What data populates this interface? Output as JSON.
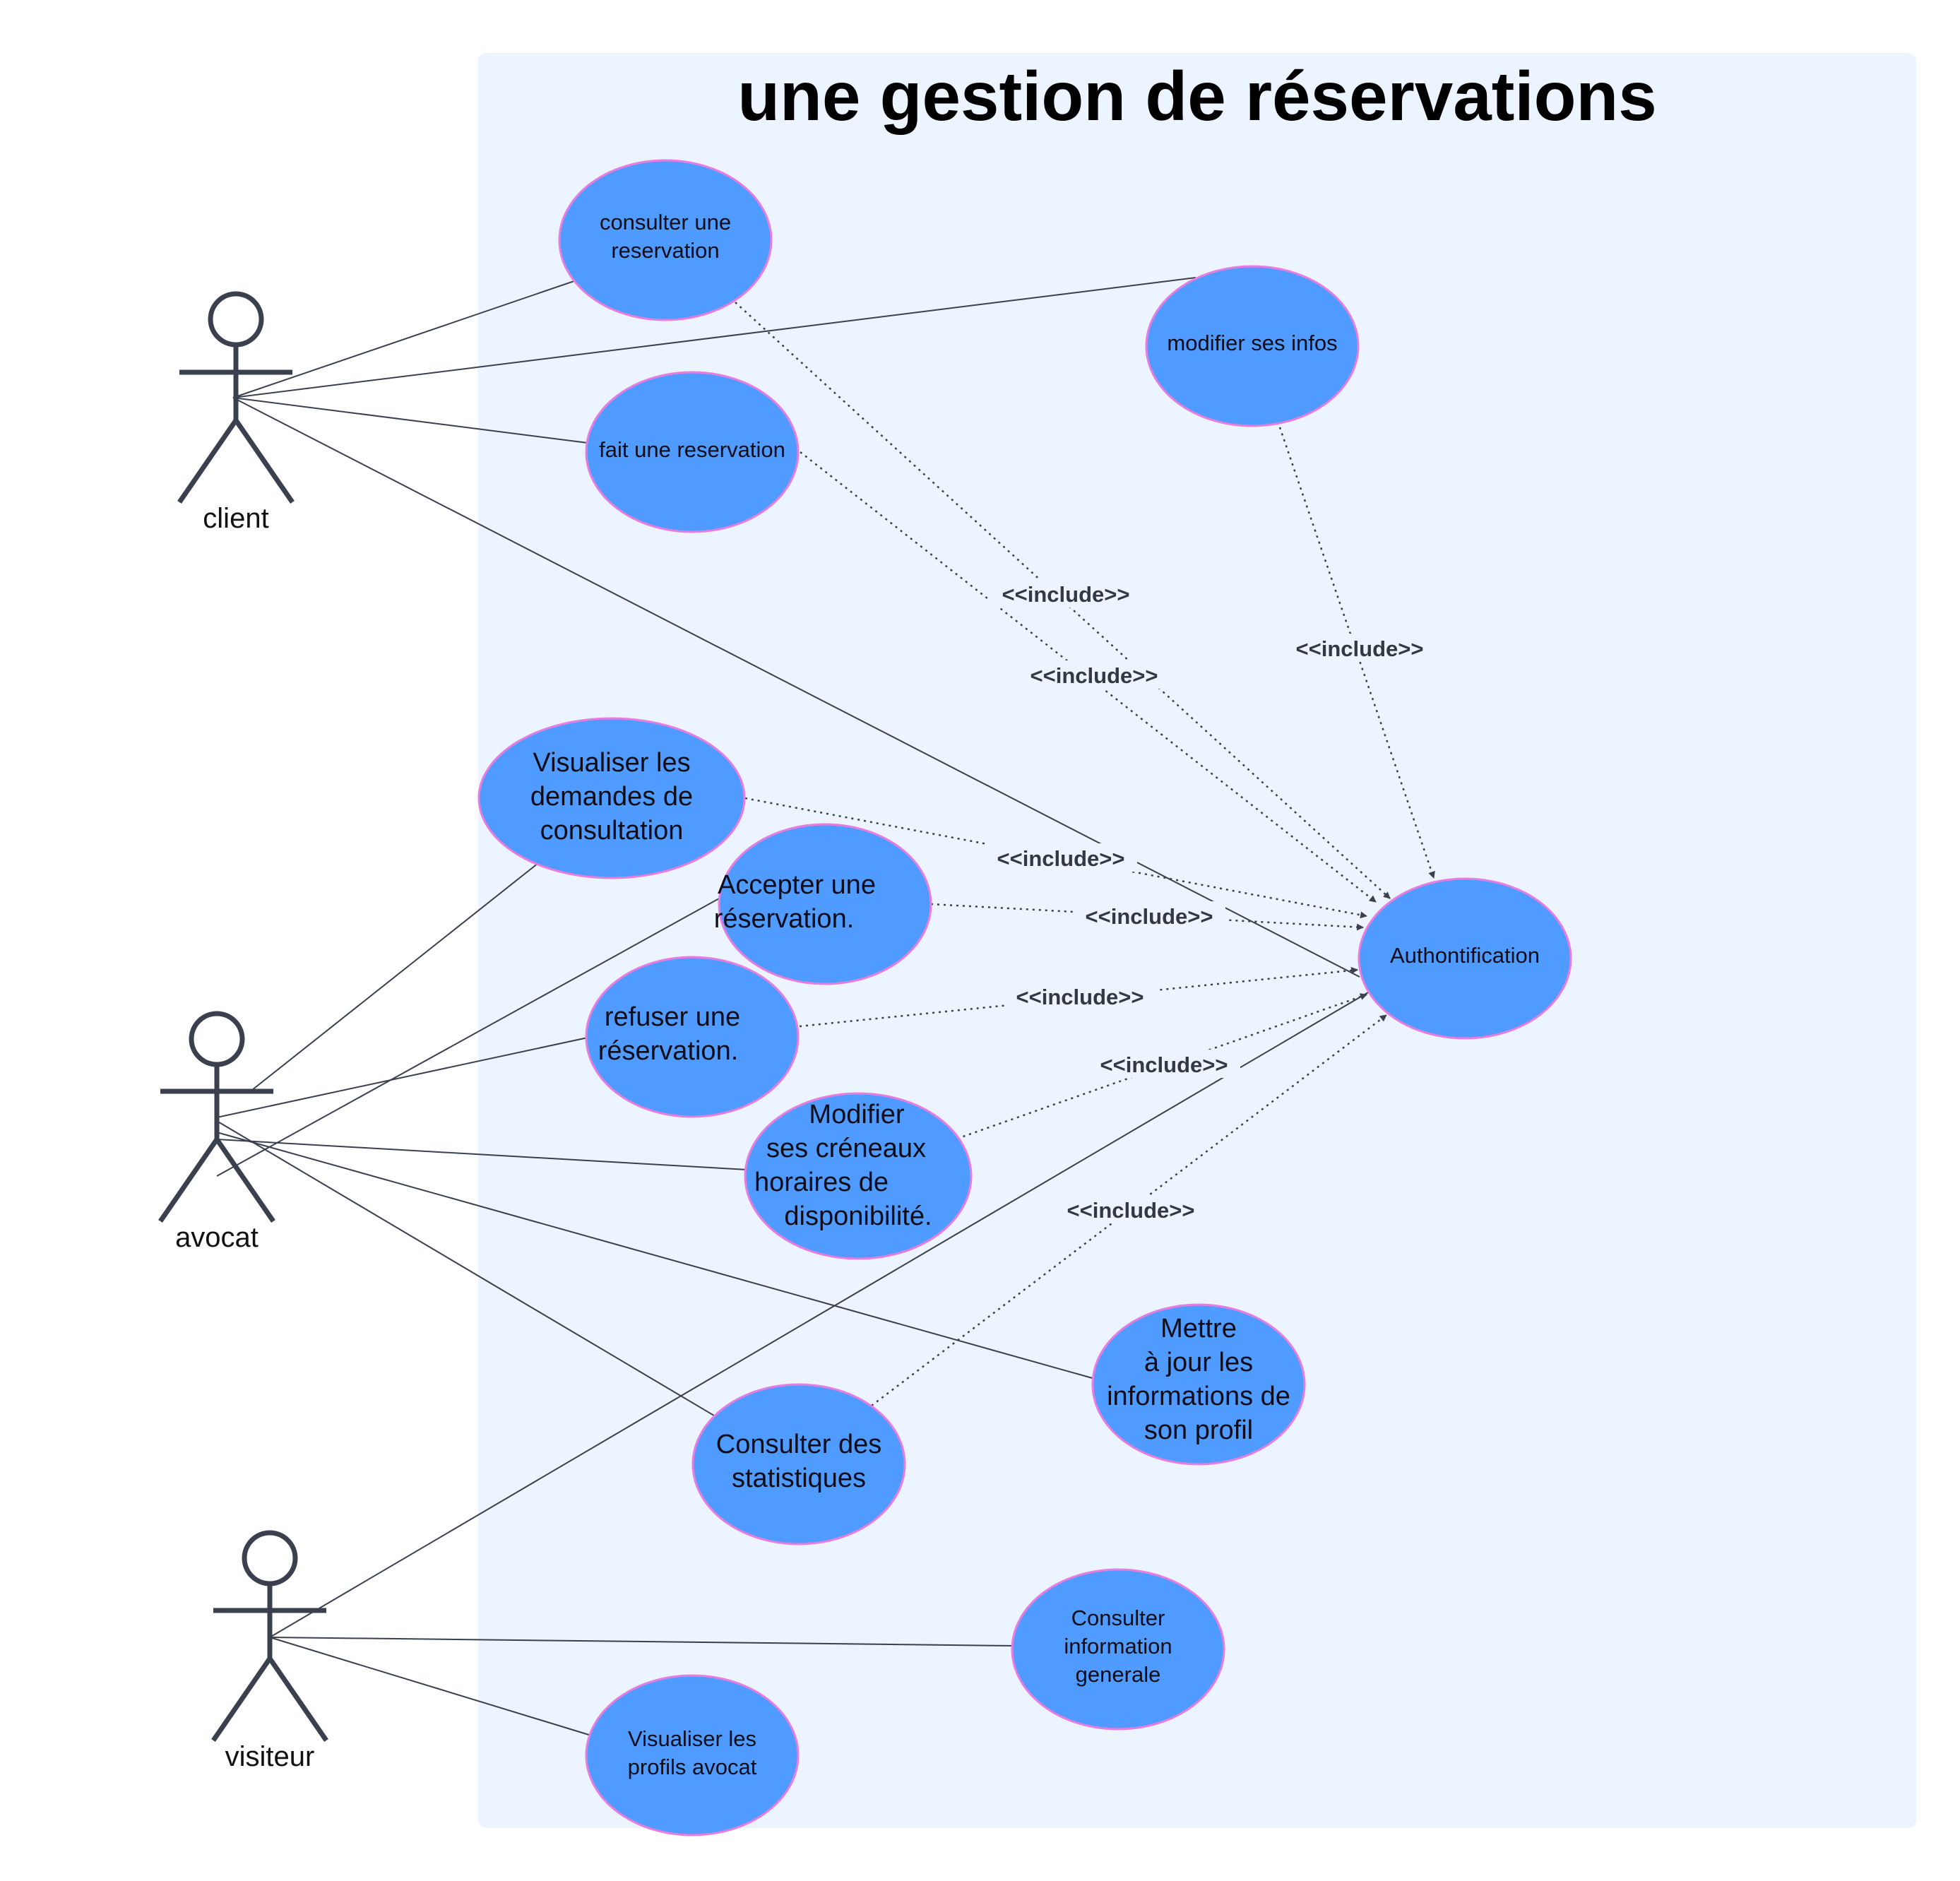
{
  "title": "une gestion de réservations",
  "colors": {
    "system_fill": "#ecf4ff",
    "usecase_fill": "#4f9bff",
    "usecase_stroke": "#e87de0",
    "line": "#3a404d",
    "actor": "#3a404d"
  },
  "actors": {
    "client": "client",
    "avocat": "avocat",
    "visiteur": "visiteur"
  },
  "usecases": {
    "consulter_reservation": [
      "consulter une",
      "reservation"
    ],
    "modifier_infos": [
      "modifier ses infos"
    ],
    "fait_reservation": [
      "fait une reservation"
    ],
    "visualiser_demandes": [
      "Visualiser les",
      "demandes de",
      "consultation"
    ],
    "accepter": [
      "Accepter une",
      "réservation."
    ],
    "refuser": [
      "refuser  une",
      "réservation."
    ],
    "modifier_creneaux": [
      "Modifier",
      "ses créneaux",
      "horaires de",
      "disponibilité."
    ],
    "mettre_a_jour": [
      "Mettre",
      "à jour les",
      "informations de",
      "son profil"
    ],
    "consulter_stats": [
      "Consulter des",
      "statistiques"
    ],
    "consulter_info": [
      "Consulter",
      "information",
      "generale"
    ],
    "visualiser_profils": [
      "Visualiser les",
      "profils avocat"
    ],
    "authentification": [
      "Authontification"
    ]
  },
  "include_label": "<<include>>"
}
